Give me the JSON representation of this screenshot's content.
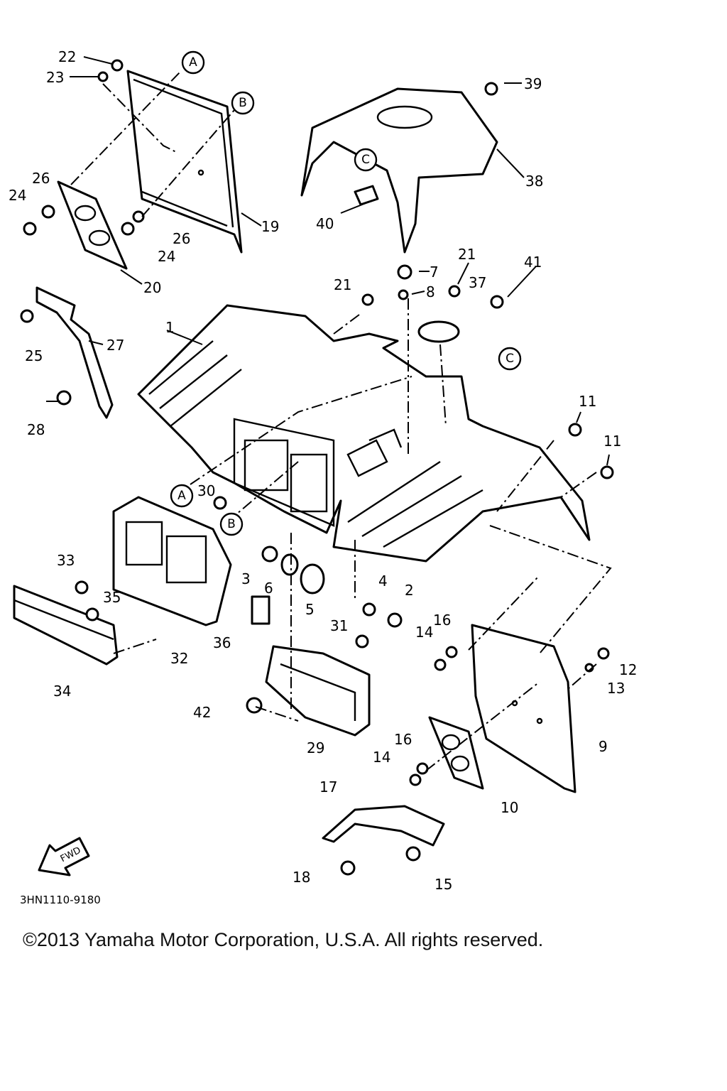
{
  "callouts": [
    "1",
    "2",
    "3",
    "4",
    "5",
    "6",
    "7",
    "8",
    "9",
    "10",
    "11",
    "11",
    "12",
    "13",
    "14",
    "14",
    "15",
    "16",
    "16",
    "17",
    "18",
    "19",
    "20",
    "21",
    "21",
    "22",
    "23",
    "24",
    "24",
    "25",
    "26",
    "26",
    "27",
    "28",
    "29",
    "30",
    "31",
    "32",
    "33",
    "34",
    "35",
    "36",
    "37",
    "38",
    "39",
    "40",
    "41",
    "42"
  ],
  "refs": [
    "A",
    "A",
    "B",
    "B",
    "C",
    "C"
  ],
  "fwd": "FWD",
  "code": "3HN1110-9180",
  "copyright": "©2013 Yamaha Motor Corporation, U.S.A. All rights reserved."
}
